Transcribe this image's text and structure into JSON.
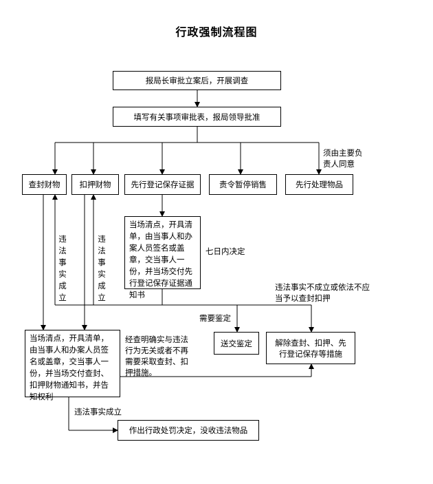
{
  "title": "行政强制流程图",
  "nodes": {
    "start": "报局长审批立案后，开展调查",
    "fill_form": "填写有关事项审批表，报局领导批准",
    "seal": "查封财物",
    "detain": "扣押财物",
    "register_preserve": "先行登记保存证据",
    "order_stop": "责令暂停销售",
    "pre_dispose": "先行处理物品",
    "onsite_register": "当场清点，开具清单，由当事人和办案人员签名或盖章，交当事人一份，并当场交付先行登记保存证据通知书",
    "onsite_seal": "当场清点，开具清单，由当事人和办案人员签名或盖章，交当事人一份，并当场交付查封、扣押财物通知书，并告知权利",
    "appraisal": "送交鉴定",
    "release": "解除查封、扣押、先行登记保存等措施",
    "penalty": "作出行政处罚决定，没收违法物品"
  },
  "labels": {
    "head_consent": "须由主要负责人同意",
    "seven_days": "七日内决定",
    "illegal_established_v1": "违法事实成立",
    "illegal_established_v2": "违法事实成立",
    "not_established": "违法事实不成立或依法不应当予以查封扣押",
    "need_appraisal": "需要鉴定",
    "verified_unrelated": "经查明确实与违法行为无关或者不再需要采取查封、扣押措施。",
    "illegal_established_h": "违法事实成立"
  }
}
